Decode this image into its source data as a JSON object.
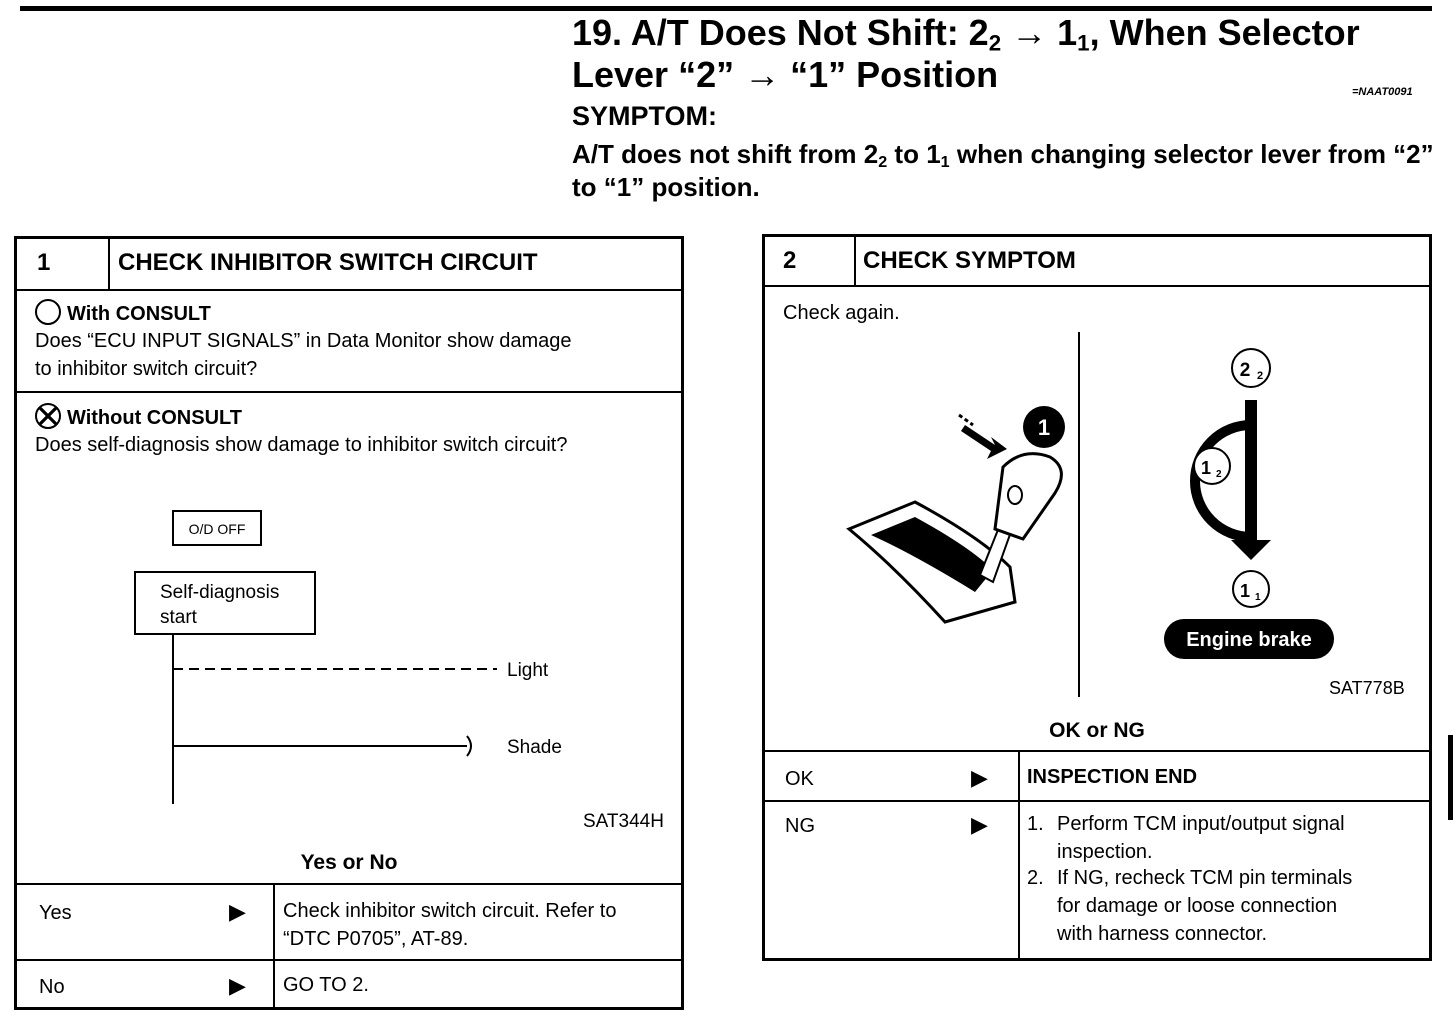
{
  "header": {
    "title_main": "19. A/T Does Not Shift: 2",
    "title_sub1": "2",
    "title_arrow": " → 1",
    "title_sub2": "1",
    "title_rest": ", When Selector Lever “2” → “1” Position",
    "code_ref": "=NAAT0091",
    "symptom_heading": "SYMPTOM:",
    "symptom_a": "A/T does not shift from 2",
    "symptom_sub1": "2",
    "symptom_b": " to 1",
    "symptom_sub2": "1",
    "symptom_c": " when changing selector lever from “2” to “1” position."
  },
  "step1": {
    "number": "1",
    "title": "CHECK INHIBITOR SWITCH CIRCUIT",
    "with_consult_label": "With CONSULT",
    "with_consult_line1": "Does “ECU INPUT SIGNALS” in Data Monitor show damage",
    "with_consult_line2": "to inhibitor switch circuit?",
    "without_consult_label": "Without CONSULT",
    "without_consult_text": "Does self-diagnosis show damage to inhibitor switch circuit?",
    "figure": {
      "od_off": "O/D OFF",
      "self_diag_line1": "Self-diagnosis",
      "self_diag_line2": "start",
      "light": "Light",
      "shade": "Shade",
      "code": "SAT344H"
    },
    "question": "Yes or No",
    "results": [
      {
        "label": "Yes",
        "action_line1": "Check inhibitor switch circuit. Refer to",
        "action_line2": "“DTC P0705”, AT-89."
      },
      {
        "label": "No",
        "action_line1": "GO TO 2."
      }
    ]
  },
  "step2": {
    "number": "2",
    "title": "CHECK SYMPTOM",
    "instruction": "Check again.",
    "figure": {
      "marker": "1",
      "gear_top": "2",
      "gear_top_sub": "2",
      "gear_mid": "1",
      "gear_mid_sub": "2",
      "gear_bottom": "1",
      "gear_bottom_sub": "1",
      "lever_mark": "1",
      "engine_brake": "Engine brake",
      "code": "SAT778B"
    },
    "question": "OK or NG",
    "results": [
      {
        "label": "OK",
        "action": "INSPECTION END"
      },
      {
        "label": "NG",
        "items": [
          {
            "num": "1.",
            "line1": "Perform TCM input/output signal",
            "line2": "inspection."
          },
          {
            "num": "2.",
            "line1": "If NG, recheck TCM pin terminals",
            "line2": "for damage or loose connection",
            "line3": "with harness connector."
          }
        ]
      }
    ]
  },
  "symbols": {
    "arrow": "▶"
  }
}
